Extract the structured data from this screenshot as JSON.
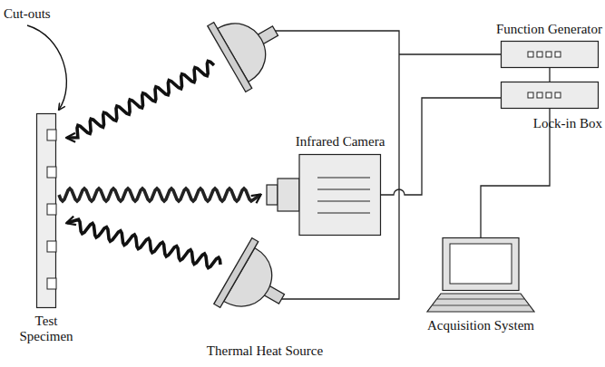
{
  "diagram": {
    "nodes": [
      {
        "text": [
          "Function Generator"
        ]
      },
      {
        "text": [
          "Lock-in Box"
        ]
      },
      {
        "text": [
          "Infrared Camera"
        ]
      },
      {
        "text": [
          "Test Specimen"
        ]
      },
      {
        "text": [
          "Acquisition System"
        ]
      }
    ],
    "edges": [
      {
        "from": 0,
        "to": 1,
        "arrow": "none"
      },
      {
        "from": 1,
        "to": 2,
        "arrow": "none"
      },
      {
        "from": 1,
        "to": 4,
        "arrow": "none"
      },
      {
        "from": 3,
        "to": 2,
        "arrow": "to"
      }
    ],
    "labels": [
      "Cut-outs",
      "Thermal Heat Source"
    ]
  }
}
